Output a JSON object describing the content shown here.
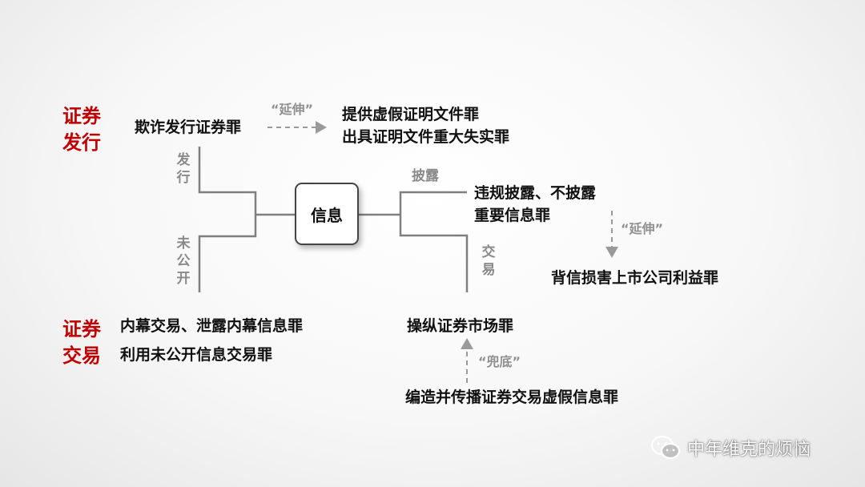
{
  "categories": {
    "issuance": [
      "证券",
      "发行"
    ],
    "trading": [
      "证券",
      "交易"
    ]
  },
  "center": "信息",
  "crimes": {
    "fraud_issuance": "欺诈发行证券罪",
    "false_docs_1": "提供虚假证明文件罪",
    "false_docs_2": "出具证明文件重大失实罪",
    "disclosure_1": "违规披露、不披露",
    "disclosure_2": "重要信息罪",
    "breach_trust": "背信损害上市公司利益罪",
    "insider_1": "内幕交易、泄露内幕信息罪",
    "insider_2": "利用未公开信息交易罪",
    "manipulation": "操纵证券市场罪",
    "fabrication": "编造并传播证券交易虚假信息罪"
  },
  "branch_labels": {
    "issue": [
      "发",
      "行"
    ],
    "undisclosed": [
      "未",
      "公",
      "开"
    ],
    "disclose": "披露",
    "trade": [
      "交",
      "易"
    ]
  },
  "extension_labels": {
    "extend_top": "“延伸”",
    "extend_right": "“延伸”",
    "fallback": "“兜底”"
  },
  "watermark": "中年维克的烦恼",
  "colors": {
    "category": "#c00000",
    "line": "#7f7f7f",
    "dashed": "#9a9a9a",
    "text": "#111111"
  }
}
